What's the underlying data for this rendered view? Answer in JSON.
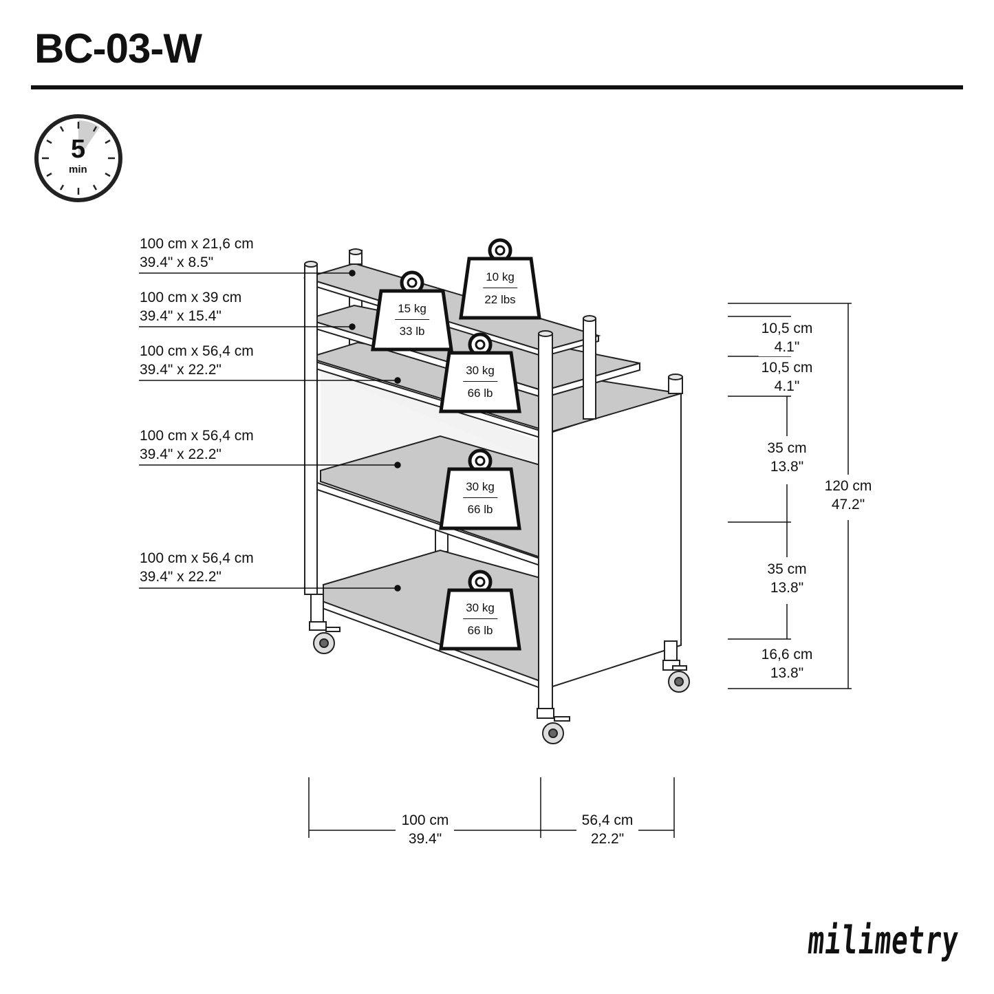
{
  "title": "BC-03-W",
  "timer": {
    "value": "5",
    "unit": "min"
  },
  "shelves": [
    {
      "metric": "100 cm x 21,6 cm",
      "imperial": "39.4\" x 8.5\""
    },
    {
      "metric": "100 cm x 39 cm",
      "imperial": "39.4\" x 15.4\""
    },
    {
      "metric": "100 cm x 56,4 cm",
      "imperial": "39.4\" x 22.2\""
    },
    {
      "metric": "100 cm x 56,4 cm",
      "imperial": "39.4\" x 22.2\""
    },
    {
      "metric": "100 cm x 56,4 cm",
      "imperial": "39.4\" x 22.2\""
    }
  ],
  "weights": [
    {
      "metric": "10 kg",
      "imperial": "22 lbs"
    },
    {
      "metric": "15 kg",
      "imperial": "33 lb"
    },
    {
      "metric": "30 kg",
      "imperial": "66 lb"
    },
    {
      "metric": "30 kg",
      "imperial": "66 lb"
    },
    {
      "metric": "30 kg",
      "imperial": "66 lb"
    }
  ],
  "heights": [
    {
      "metric": "10,5 cm",
      "imperial": "4.1\""
    },
    {
      "metric": "10,5 cm",
      "imperial": "4.1\""
    },
    {
      "metric": "35 cm",
      "imperial": "13.8\""
    },
    {
      "metric": "35 cm",
      "imperial": "13.8\""
    },
    {
      "metric": "16,6 cm",
      "imperial": "13.8\""
    }
  ],
  "total_height": {
    "metric": "120 cm",
    "imperial": "47.2\""
  },
  "width": {
    "metric": "100 cm",
    "imperial": "39.4\""
  },
  "depth": {
    "metric": "56,4 cm",
    "imperial": "22.2\""
  },
  "brand": "milimetry"
}
